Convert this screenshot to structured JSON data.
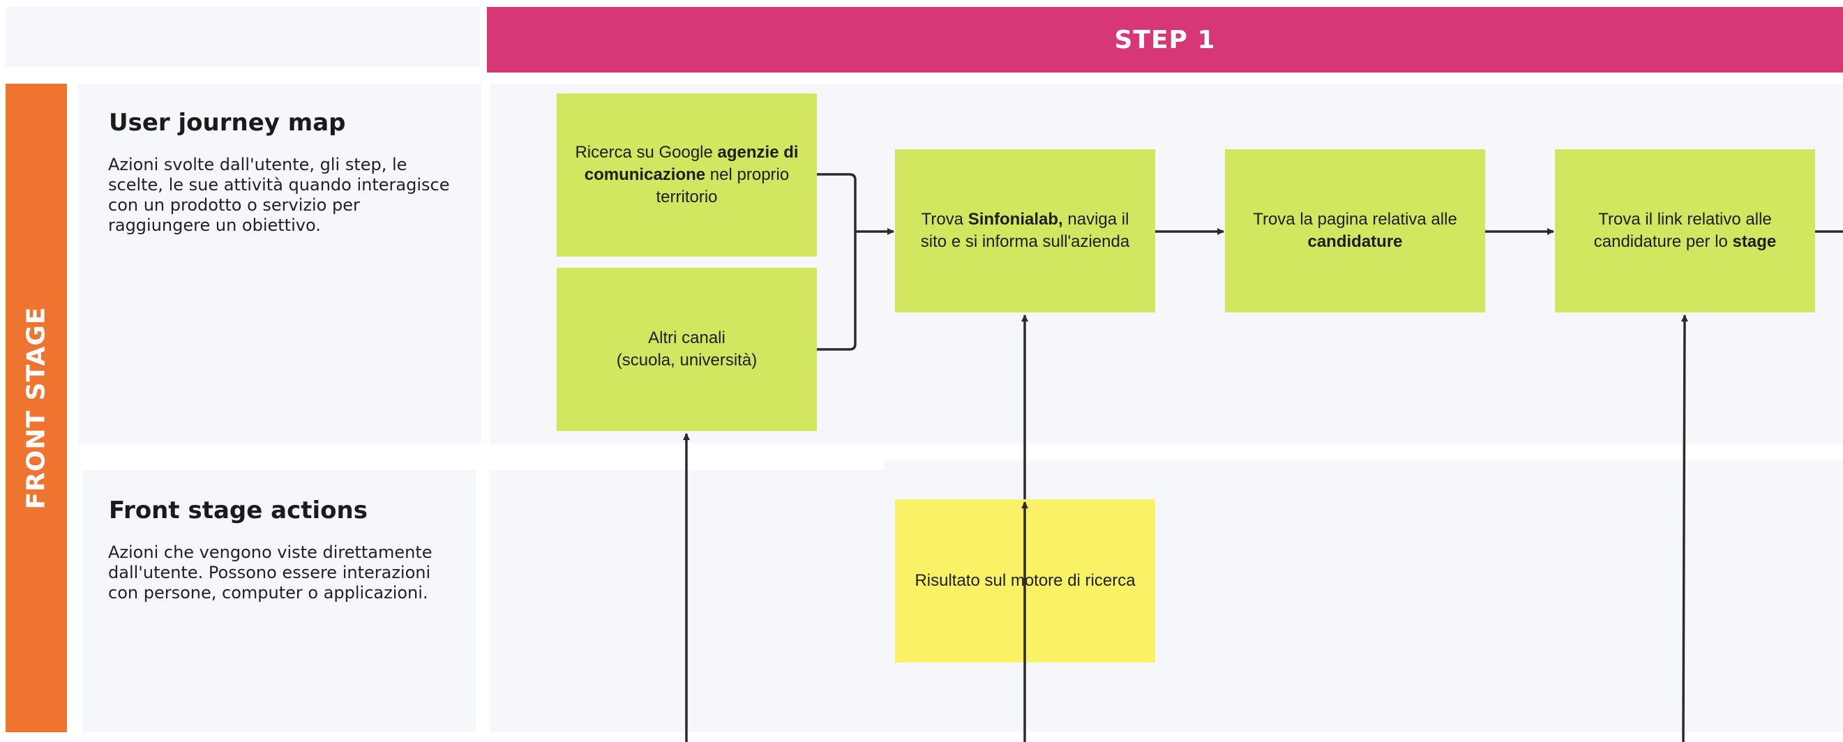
{
  "header": {
    "step_label": "STEP 1"
  },
  "stage": {
    "label": "FRONT STAGE"
  },
  "rows": {
    "journey": {
      "title": "User journey map",
      "description": "Azioni svolte dall'utente, gli step, le scelte, le sue attività quando interagisce con un prodotto o servizio per raggiungere un obiettivo."
    },
    "front": {
      "title": "Front stage actions",
      "description": "Azioni che vengono viste direttamente dall'utente. Possono essere interazioni con persone, computer o applicazioni."
    }
  },
  "cards": {
    "google": {
      "pre": "Ricerca su Google ",
      "bold": "agenzie di comunicazione",
      "post": " nel proprio territorio"
    },
    "other": {
      "line1": "Altri canali",
      "line2": "(scuola, università)"
    },
    "sinfonialab": {
      "pre": "Trova ",
      "bold": "Sinfonialab,",
      "post": " naviga il sito e si informa sull'azienda"
    },
    "candidature": {
      "pre": "Trova la pagina relativa alle ",
      "bold": "candidature"
    },
    "stage_link": {
      "pre": "Trova il link relativo alle candidature per lo ",
      "bold": "stage"
    },
    "search_result": {
      "text": "Risultato sul motore di ricerca"
    }
  },
  "colors": {
    "step_header": "#d73775",
    "stage_bar": "#ef7430",
    "card_green": "#d2e65f",
    "card_yellow": "#f9f266",
    "panel": "#f6f7fa",
    "connector": "#2b2b2b"
  }
}
